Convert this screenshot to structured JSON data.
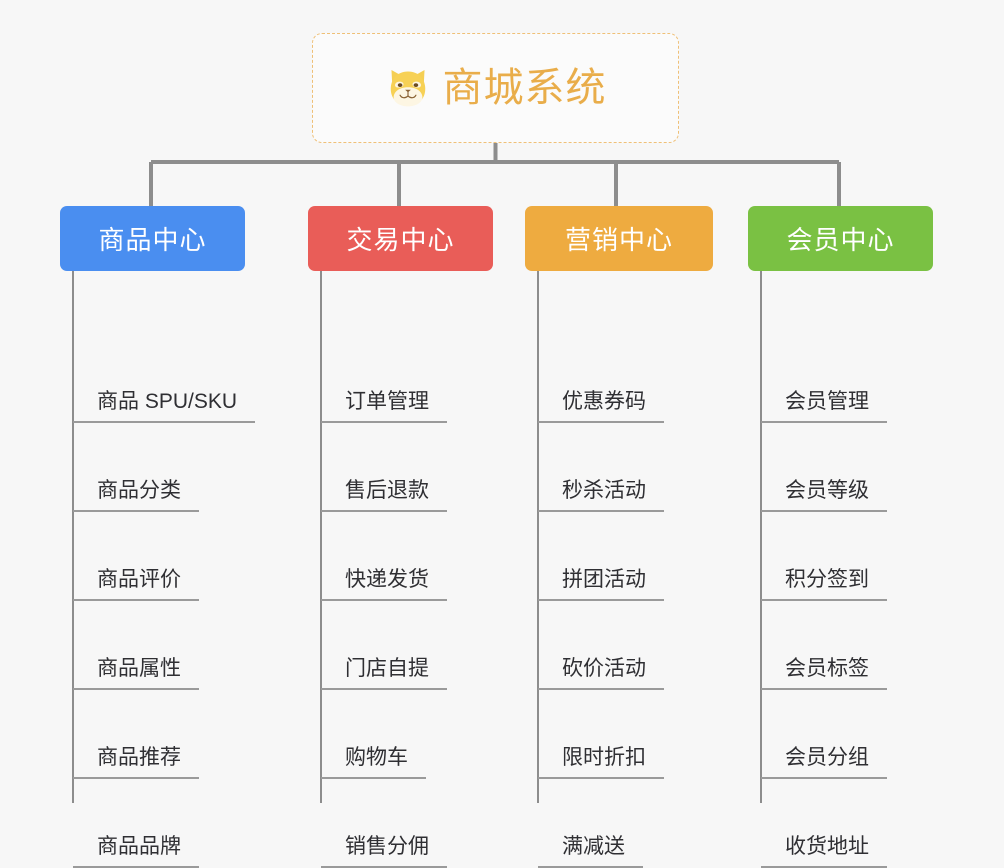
{
  "root": {
    "title": "商城系统",
    "icon": "shiba-dog-face-icon",
    "border_color": "#efc077",
    "title_color": "#e9ad4a",
    "background": "#fbfbfb"
  },
  "canvas": {
    "background": "#f7f7f7",
    "connector_color": "#8d8d8d",
    "leaf_underline_color": "#9a9a9a"
  },
  "categories": [
    {
      "label": "商品中心",
      "color": "#4a8ef0",
      "items": [
        {
          "label": "商品 SPU/SKU"
        },
        {
          "label": "商品分类"
        },
        {
          "label": "商品评价"
        },
        {
          "label": "商品属性"
        },
        {
          "label": "商品推荐"
        },
        {
          "label": "商品品牌"
        }
      ]
    },
    {
      "label": "交易中心",
      "color": "#e95d58",
      "items": [
        {
          "label": "订单管理"
        },
        {
          "label": "售后退款"
        },
        {
          "label": "快递发货"
        },
        {
          "label": "门店自提"
        },
        {
          "label": "购物车"
        },
        {
          "label": "销售分佣"
        }
      ]
    },
    {
      "label": "营销中心",
      "color": "#eeab40",
      "items": [
        {
          "label": "优惠券码"
        },
        {
          "label": "秒杀活动"
        },
        {
          "label": "拼团活动"
        },
        {
          "label": "砍价活动"
        },
        {
          "label": "限时折扣"
        },
        {
          "label": "满减送"
        }
      ]
    },
    {
      "label": "会员中心",
      "color": "#7ac143",
      "items": [
        {
          "label": "会员管理"
        },
        {
          "label": "会员等级"
        },
        {
          "label": "积分签到"
        },
        {
          "label": "会员标签"
        },
        {
          "label": "会员分组"
        },
        {
          "label": "收货地址"
        }
      ]
    }
  ]
}
